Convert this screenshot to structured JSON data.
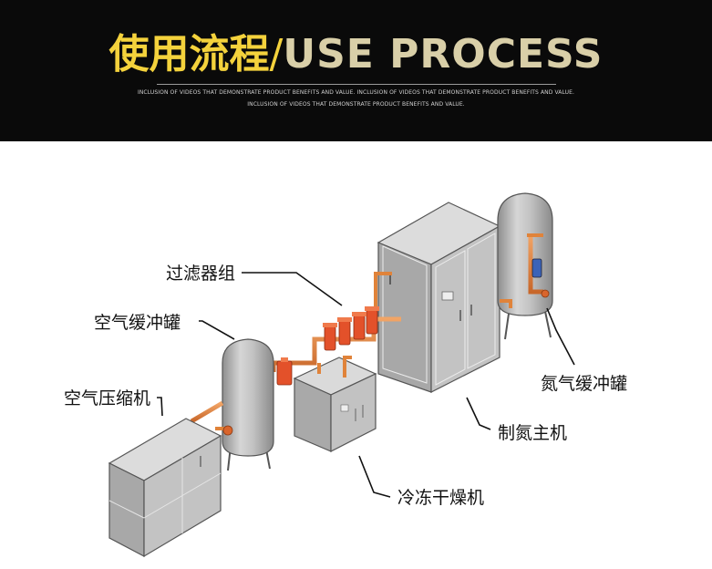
{
  "header": {
    "title_zh": "使用流程",
    "separator": "/",
    "title_en": "USE PROCESS",
    "subtitle_line1": "INCLUSION OF VIDEOS THAT DEMONSTRATE PRODUCT BENEFITS AND VALUE. INCLUSION OF VIDEOS THAT DEMONSTRATE PRODUCT BENEFITS AND VALUE.",
    "subtitle_line2": "INCLUSION OF VIDEOS THAT DEMONSTRATE PRODUCT BENEFITS AND VALUE."
  },
  "labels": {
    "filter_group": "过滤器组",
    "air_buffer_tank": "空气缓冲罐",
    "air_compressor": "空气压缩机",
    "nitrogen_buffer_tank": "氮气缓冲罐",
    "nitrogen_generator": "制氮主机",
    "refrigerated_dryer": "冷冻干燥机"
  },
  "colors": {
    "banner_bg": "#0a0a0a",
    "title_zh": "#f4d23c",
    "title_en": "#d9cfa8",
    "pipe": "#e0833a",
    "filter": "#e3512a",
    "equipment_gray": "#b9b9b9"
  }
}
